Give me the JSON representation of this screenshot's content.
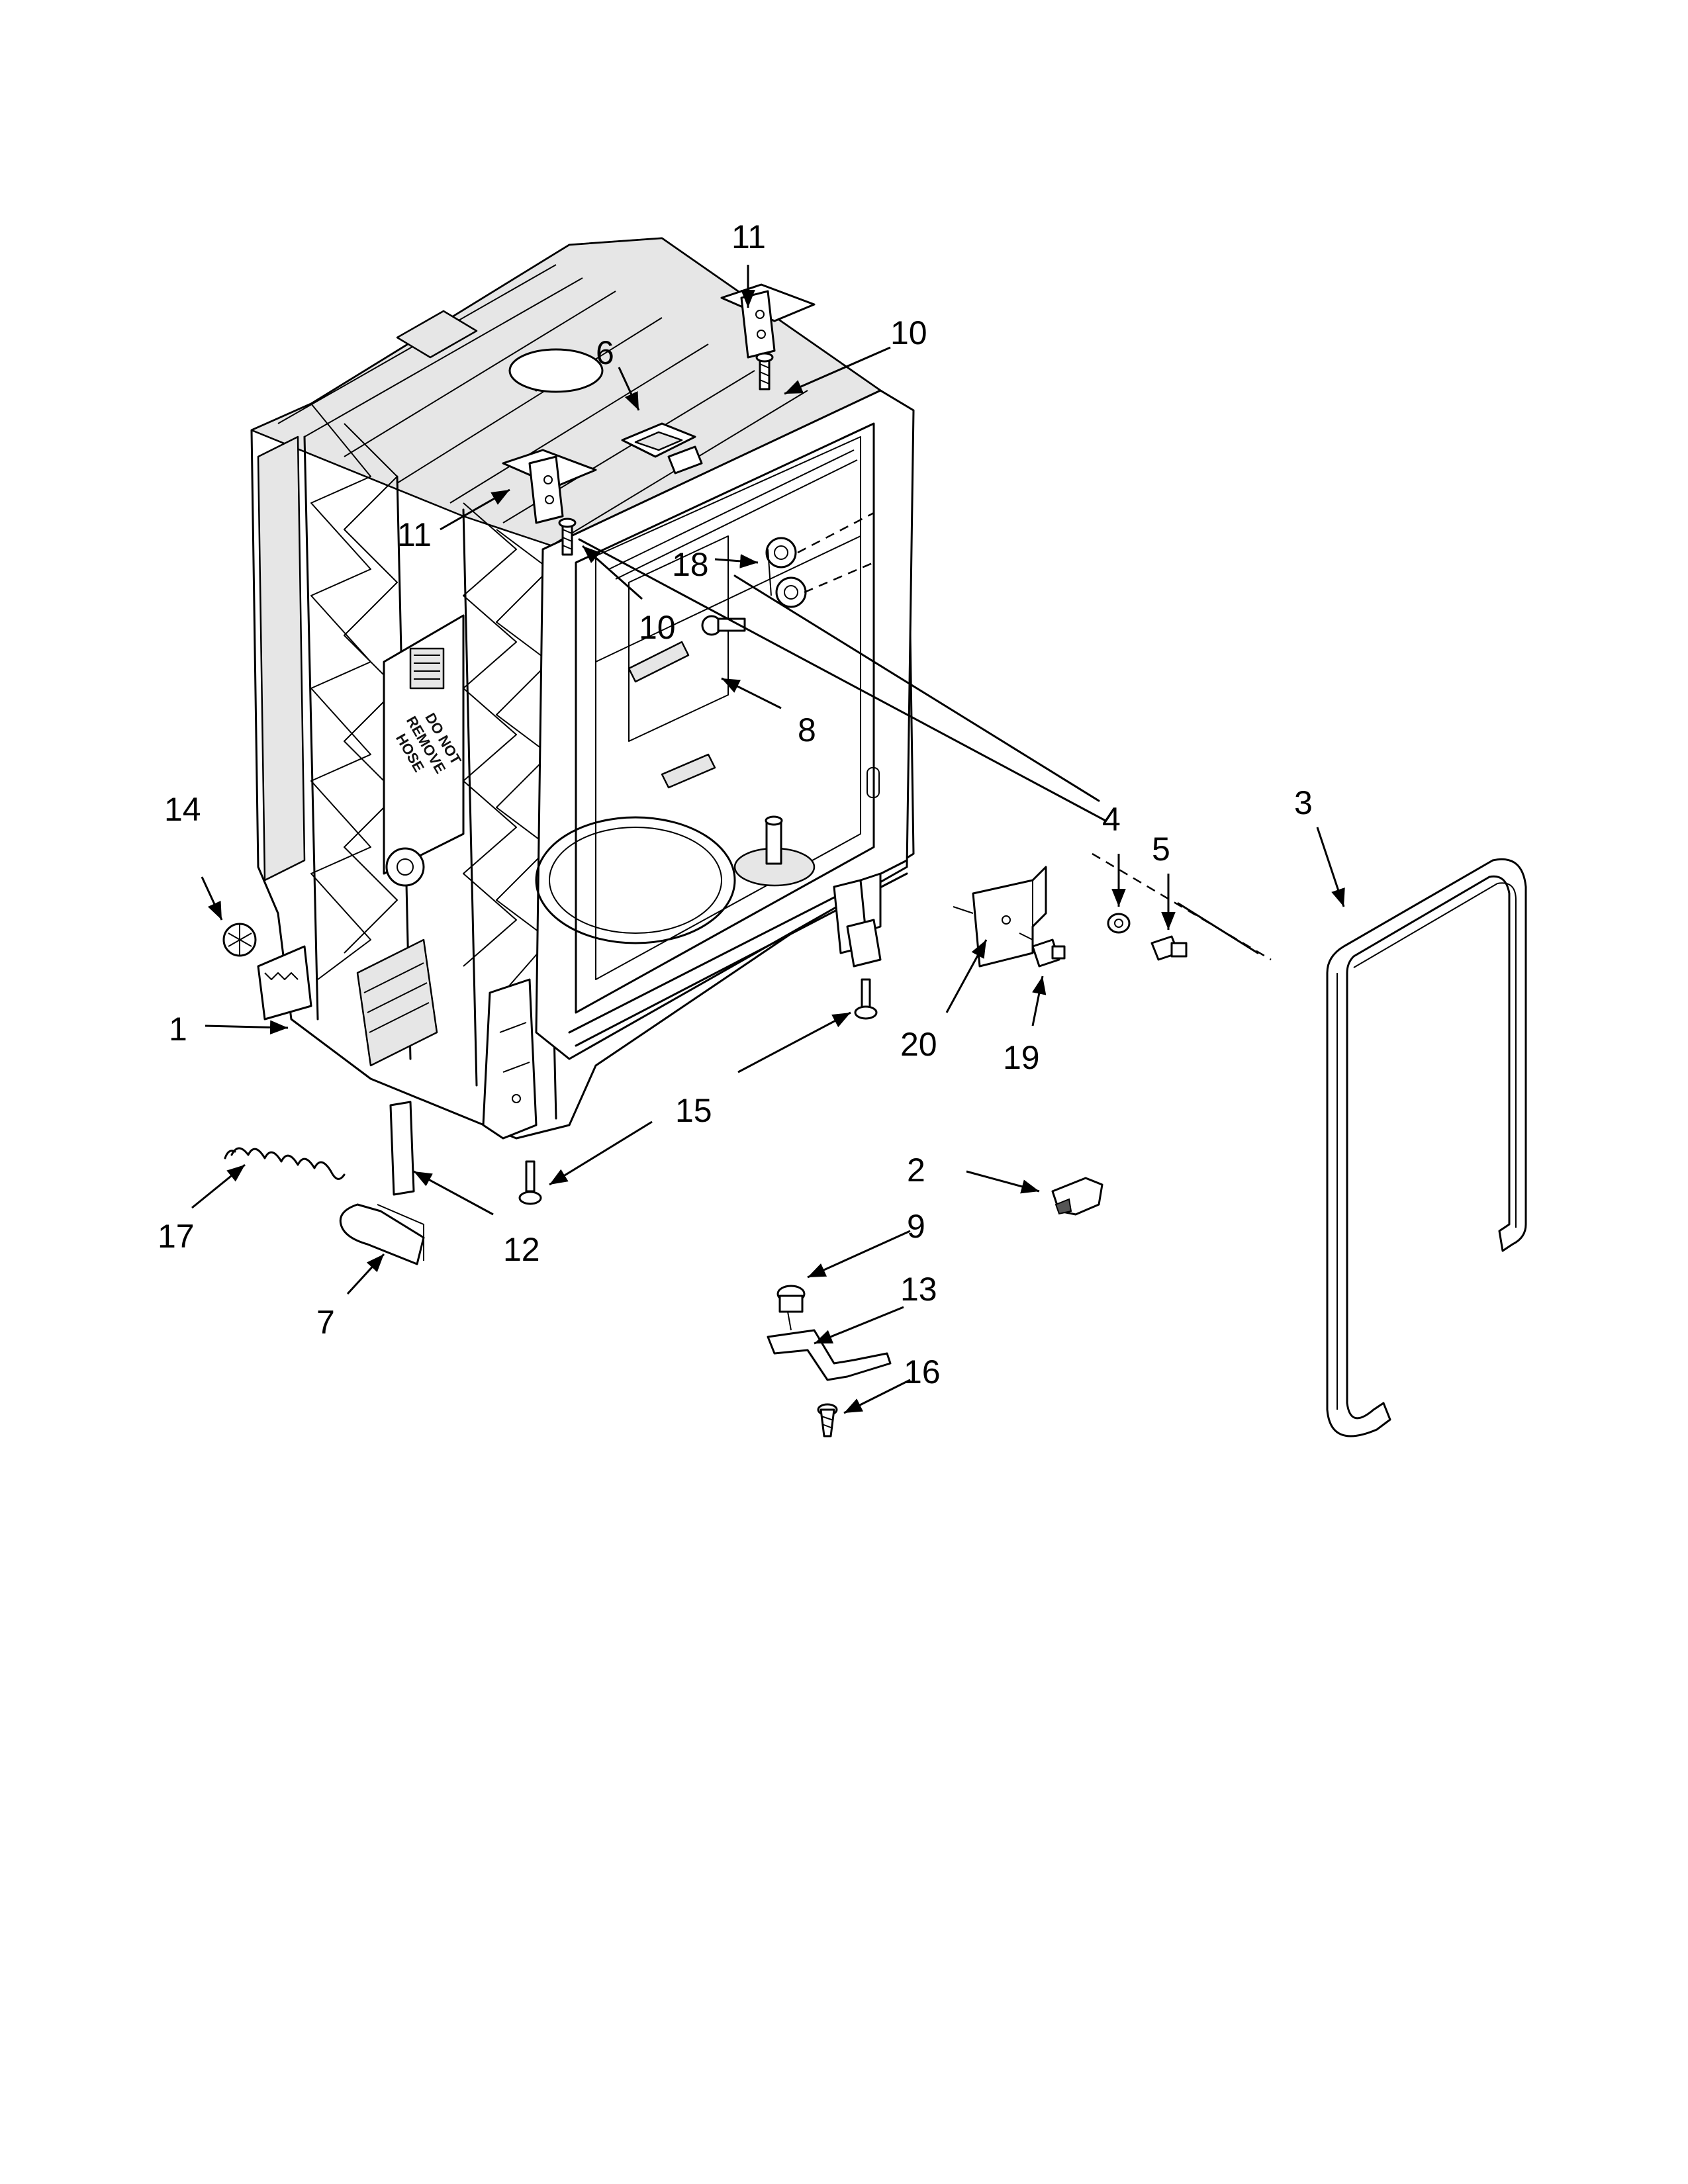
{
  "labels": {
    "p1": "1",
    "p2": "2",
    "p3": "3",
    "p4": "4",
    "p5": "5",
    "p6": "6",
    "p7": "7",
    "p8": "8",
    "p9": "9",
    "p10_top": "10",
    "p10_mid": "10",
    "p11_top": "11",
    "p11_mid": "11",
    "p12": "12",
    "p13": "13",
    "p14": "14",
    "p15": "15",
    "p16": "16",
    "p17": "17",
    "p18": "18",
    "p19": "19",
    "p20": "20"
  },
  "tub_text": {
    "line1": "DO NOT",
    "line2": "REMOVE",
    "line3": "HOSE"
  }
}
